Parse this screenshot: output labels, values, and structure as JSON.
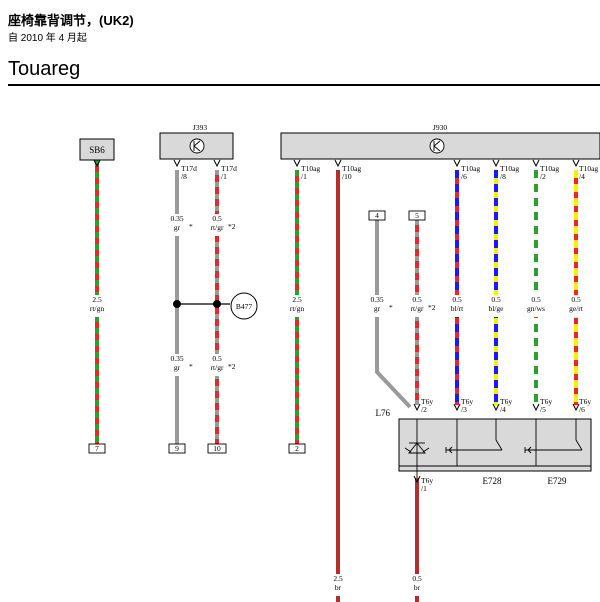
{
  "header": {
    "title": "座椅靠背调节，(UK2)",
    "subtitle": "自 2010 年 4 月起",
    "model": "Touareg"
  },
  "components": {
    "sb6": "SB6",
    "j393": "J393",
    "j930": "J930",
    "b477": "B477",
    "l76": "L76",
    "e728": "E728",
    "e729": "E729"
  },
  "connectors": {
    "t17d_8": [
      "T17d",
      "/8"
    ],
    "t17d_1": [
      "T17d",
      "/1"
    ],
    "t10ag_1": [
      "T10ag",
      "/1"
    ],
    "t10ag_10": [
      "T10ag",
      "/10"
    ],
    "t10ag_6": [
      "T10ag",
      "/6"
    ],
    "t10ag_8": [
      "T10ag",
      "/8"
    ],
    "t10ag_2": [
      "T10ag",
      "/2"
    ],
    "t10ag_4": [
      "T10ag",
      "/4"
    ],
    "t6y_2": [
      "T6y",
      "/2"
    ],
    "t6y_3": [
      "T6y",
      "/3"
    ],
    "t6y_4": [
      "T6y",
      "/4"
    ],
    "t6y_5": [
      "T6y",
      "/5"
    ],
    "t6y_6": [
      "T6y",
      "/6"
    ],
    "t6y_1": [
      "T6y",
      "/1"
    ]
  },
  "wires": {
    "sb6": [
      "2.5",
      "rt/gn"
    ],
    "j393_a_top": [
      "0.35",
      "gr"
    ],
    "j393_a_bot": [
      "0.35",
      "gr"
    ],
    "j393_b_top": [
      "0.5",
      "rt/gr"
    ],
    "j393_b_bot": [
      "0.5",
      "rt/gr"
    ],
    "t10ag_1": [
      "2.5",
      "rt/gn"
    ],
    "t10ag_10": [
      "2.5",
      "br"
    ],
    "l76_gr": [
      "0.35",
      "gr"
    ],
    "l76_rtgr": [
      "0.5",
      "rt/gr"
    ],
    "blrt": [
      "0.5",
      "bl/rt"
    ],
    "blge": [
      "0.5",
      "bl/ge"
    ],
    "gnws": [
      "0.5",
      "gn/ws"
    ],
    "gert": [
      "0.5",
      "ge/rt"
    ],
    "t6y1": [
      "0.5",
      "br"
    ]
  },
  "marks": {
    "asterisk": "*",
    "note2": "*2"
  },
  "refs": {
    "r7": "7",
    "r9": "9",
    "r10": "10",
    "r2": "2",
    "r4": "4",
    "r5": "5"
  },
  "colors": {
    "red": "#e8262b",
    "green": "#2ca02c",
    "grey": "#9a9a9a",
    "brown": "#b0302e",
    "blue": "#1a1aff",
    "yellow": "#ffee00",
    "white": "#ffffff",
    "box": "#d9d9d9"
  }
}
